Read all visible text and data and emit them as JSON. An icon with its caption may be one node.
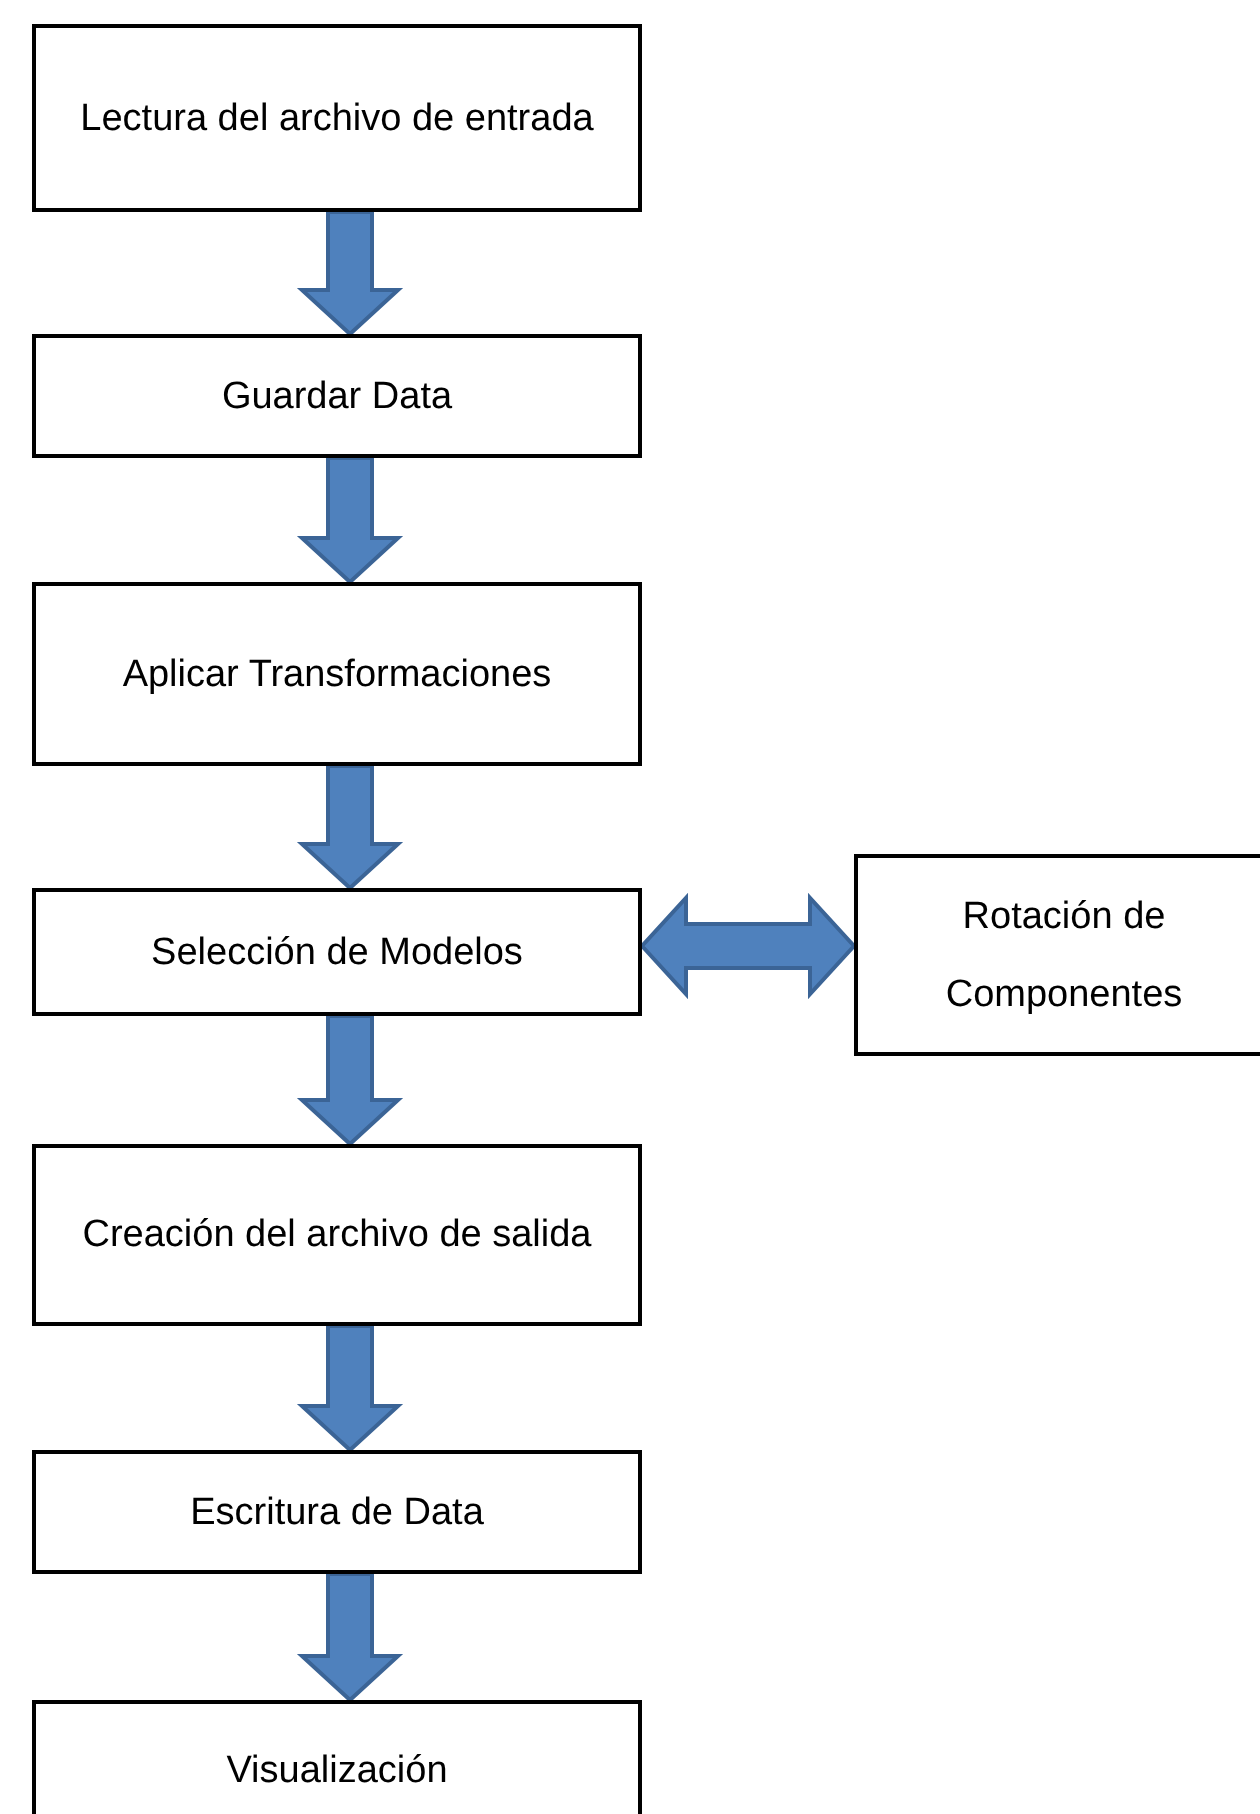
{
  "diagram": {
    "nodes": [
      {
        "text": [
          "Lectura del archivo de entrada"
        ]
      },
      {
        "text": [
          "Guardar Data"
        ]
      },
      {
        "text": [
          "Aplicar Transformaciones"
        ]
      },
      {
        "text": [
          "Selección de Modelos"
        ]
      },
      {
        "text": [
          "Rotación de Componentes"
        ]
      },
      {
        "text": [
          "Creación del archivo de salida"
        ]
      },
      {
        "text": [
          "Escritura de Data"
        ]
      },
      {
        "text": [
          "Visualización"
        ]
      }
    ],
    "edges": [
      {
        "from": 0,
        "to": 1,
        "arrow": "to"
      },
      {
        "from": 1,
        "to": 2,
        "arrow": "to"
      },
      {
        "from": 2,
        "to": 3,
        "arrow": "to"
      },
      {
        "from": 3,
        "to": 4,
        "arrow": "both"
      },
      {
        "from": 3,
        "to": 5,
        "arrow": "to"
      },
      {
        "from": 5,
        "to": 6,
        "arrow": "to"
      },
      {
        "from": 6,
        "to": 7,
        "arrow": "to"
      }
    ]
  }
}
